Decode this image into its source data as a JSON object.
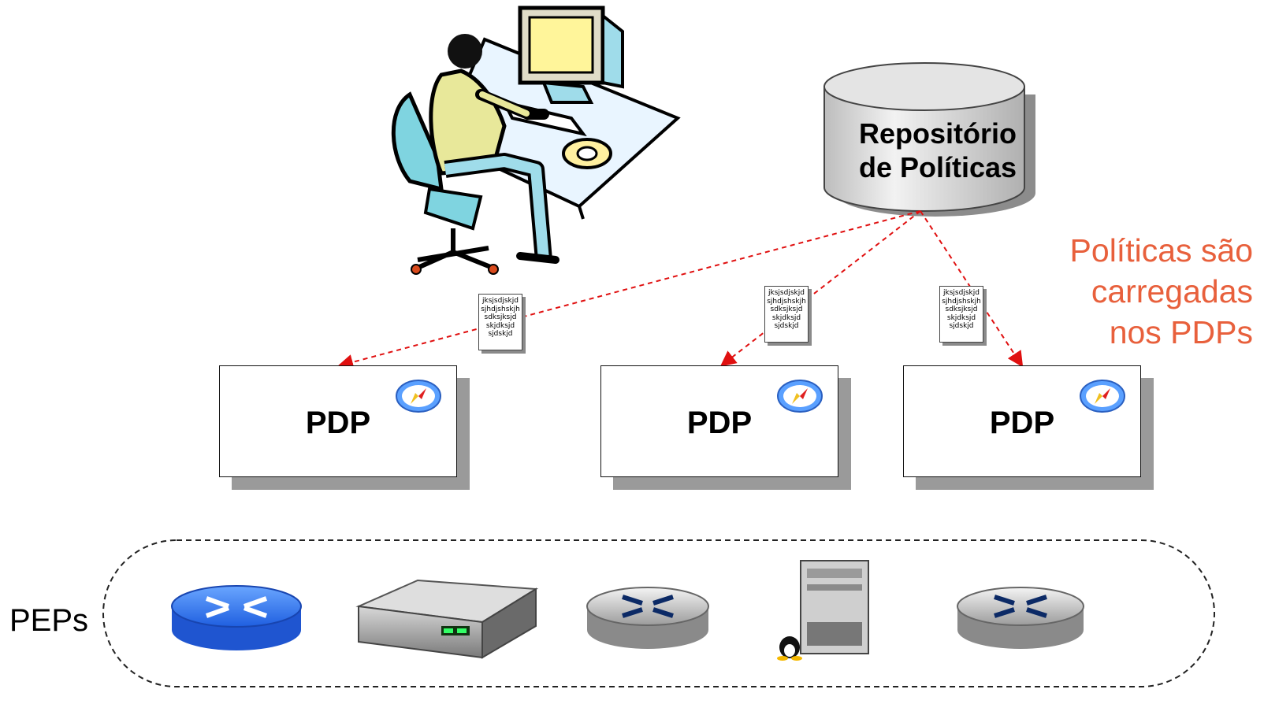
{
  "repository": {
    "line1": "Repositório",
    "line2": "de Políticas"
  },
  "pdps": [
    {
      "label": "PDP",
      "icon": "compass-icon"
    },
    {
      "label": "PDP",
      "icon": "compass-icon"
    },
    {
      "label": "PDP",
      "icon": "compass-icon"
    }
  ],
  "policy_doc_lines": [
    "jksjsdjskjd",
    "sjhdjshskjh",
    "sdksjksjd",
    "skjdksjd",
    "sjdskjd"
  ],
  "note": {
    "line1": "Políticas são",
    "line2": "carregadas",
    "line3": "nos PDPs"
  },
  "peps": {
    "label": "PEPs",
    "devices": [
      "blue-router-icon",
      "modem-icon",
      "gray-router-icon",
      "linux-server-icon",
      "gray-router-icon"
    ]
  },
  "colors": {
    "arrow": "#e01010",
    "note": "#e8603c",
    "box_shadow": "#9a9a9a"
  }
}
